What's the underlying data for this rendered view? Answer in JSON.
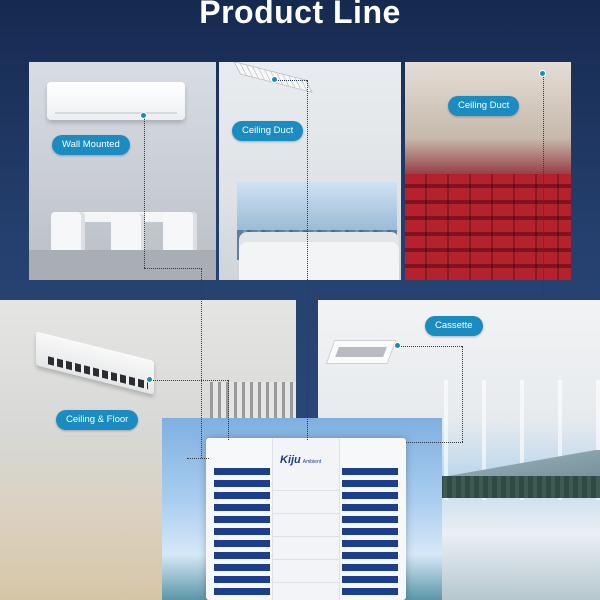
{
  "title": "Product Line",
  "labels": {
    "wall_mounted": "Wall Mounted",
    "ceiling_duct_1": "Ceiling Duct",
    "ceiling_duct_2": "Ceiling Duct",
    "cassette": "Cassette",
    "ceiling_floor": "Ceiling & Floor"
  },
  "colors": {
    "label_bg": "#1b8cc1",
    "background": "#1c2f55",
    "fins": "#1b3f8c"
  }
}
